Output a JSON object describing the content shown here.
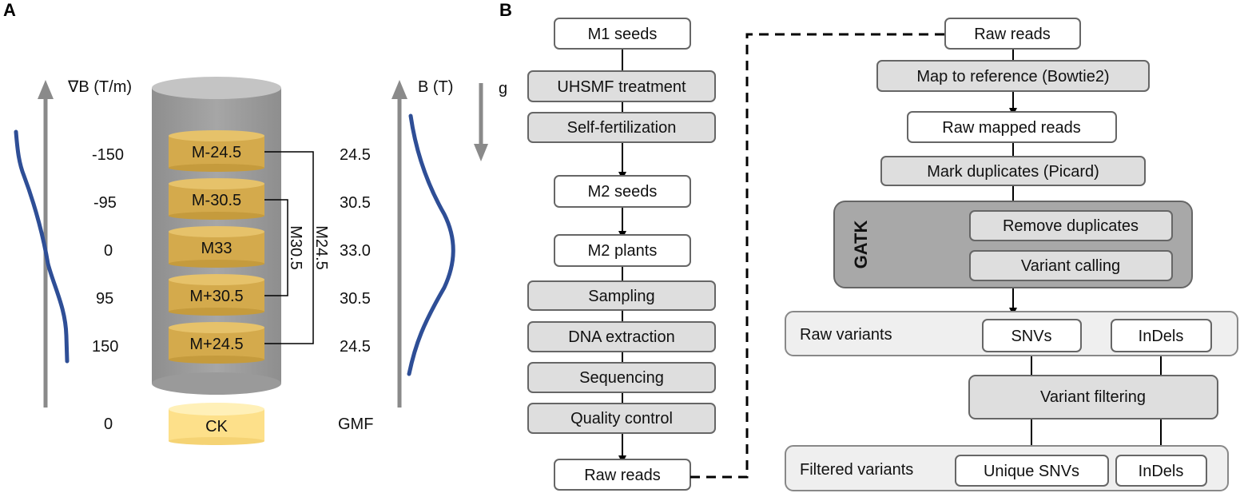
{
  "panels": {
    "a": "A",
    "b": "B"
  },
  "panel_a": {
    "grad_axis_label": "∇B (T/m)",
    "field_axis_label": "B (T)",
    "gravity_label": "g",
    "gradient_values": [
      "-150",
      "-95",
      "0",
      "95",
      "150",
      "0"
    ],
    "field_values": [
      "24.5",
      "30.5",
      "33.0",
      "30.5",
      "24.5",
      "GMF"
    ],
    "disks": [
      "M-24.5",
      "M-30.5",
      "M33",
      "M+30.5",
      "M+24.5"
    ],
    "control": "CK",
    "bracket_inner": "M30.5",
    "bracket_outer": "M24.5",
    "colors": {
      "disk": "#d4aa4c",
      "control": "#fde08a",
      "cylinder": "#9e9e9e",
      "curve": "#2e4e96",
      "arrow": "#8a8a8a"
    }
  },
  "panel_b": {
    "left_flow": [
      "M1 seeds",
      "UHSMF treatment",
      "Self-fertilization",
      "M2 seeds",
      "M2 plants",
      "Sampling",
      "DNA extraction",
      "Sequencing",
      "Quality control",
      "Raw reads"
    ],
    "right_flow": [
      "Raw reads",
      "Map to reference (Bowtie2)",
      "Raw mapped reads",
      "Mark duplicates (Picard)"
    ],
    "gatk": {
      "label": "GATK",
      "steps": [
        "Remove duplicates",
        "Variant calling"
      ]
    },
    "raw_variants": {
      "label": "Raw variants",
      "snvs": "SNVs",
      "indels": "InDels"
    },
    "filtering": "Variant filtering",
    "filtered_variants": {
      "label": "Filtered variants",
      "snvs": "Unique SNVs",
      "indels": "InDels"
    },
    "colors": {
      "process_fill": "#dedede",
      "white_fill": "#ffffff",
      "border": "#666666",
      "gatk_fill": "#a8a8a8",
      "group_fill": "#efefef"
    }
  }
}
